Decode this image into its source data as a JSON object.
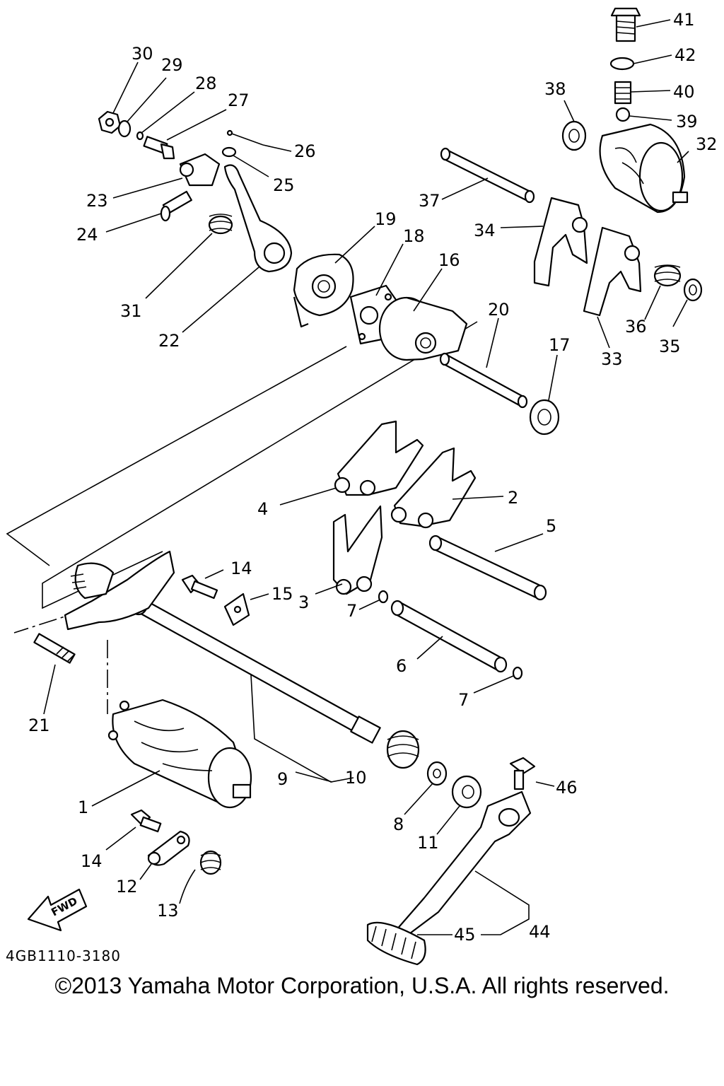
{
  "diagram": {
    "drawing_code": "4GB1110-3180",
    "copyright": "©2013 Yamaha Motor Corporation, U.S.A. All rights reserved.",
    "fwd_label": "FWD",
    "callouts": [
      "1",
      "2",
      "3",
      "4",
      "5",
      "6",
      "7",
      "7",
      "8",
      "9",
      "10",
      "11",
      "12",
      "13",
      "14",
      "15",
      "16",
      "17",
      "18",
      "19",
      "20",
      "21",
      "22",
      "23",
      "24",
      "25",
      "26",
      "27",
      "28",
      "29",
      "30",
      "31",
      "32",
      "33",
      "34",
      "35",
      "36",
      "37",
      "38",
      "39",
      "40",
      "41",
      "42",
      "43",
      "44",
      "45",
      "46"
    ]
  }
}
